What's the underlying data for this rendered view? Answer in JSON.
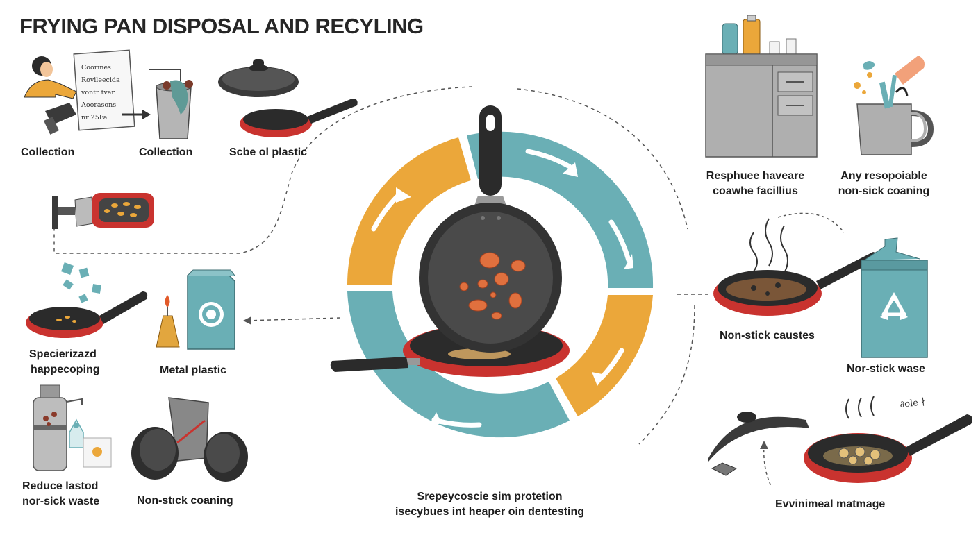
{
  "title": "FRYING PAN DISPOSAL AND RECYLING",
  "colors": {
    "orange": "#EBA73A",
    "teal": "#6AAFB5",
    "pan_red": "#C9332F",
    "pan_black": "#2B2B2B",
    "gray": "#A9A9A9"
  },
  "labels": {
    "collection_1": "Collection",
    "collection_2": "Collection",
    "scrap_plastic": "Scbe ol plastic",
    "specialized_1": "Specierizazd",
    "specialized_2": "happecoping",
    "metal_plastic": "Metal plastic",
    "reduce_1": "Reduce lastod",
    "reduce_2": "nor-sick waste",
    "nonstick_coaning": "Non-stıck coaning",
    "center_1": "Srepeycoscie sim protetion",
    "center_2": "isecybues int heaper oin dentesting",
    "facility_1": "Resphuee haveare",
    "facility_2": "coawhe facillius",
    "responsible_1": "Any resopoiable",
    "responsible_2": "non-sick coaning",
    "nonstick_caustes": "Non-stick caustes",
    "nonstick_wase": "Nor-stick wase",
    "environmental": "Evvinimeal matmage"
  },
  "note_lines": [
    "Coorines",
    "Rovileecida",
    "vontr tvar",
    "Aoorasons",
    "nr 25Fa"
  ],
  "scribble": "∂ole ∤"
}
